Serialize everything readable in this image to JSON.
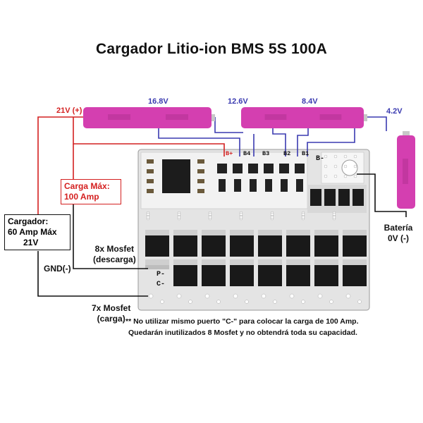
{
  "title": "Cargador Litio-ion BMS 5S 100A",
  "cells": [
    {
      "voltage": "16.8V"
    },
    {
      "voltage": "12.6V"
    },
    {
      "voltage": "8.4V"
    },
    {
      "voltage": "4.2V"
    }
  ],
  "positive_label": "21V (+)",
  "board_pins": {
    "b_plus": "B+",
    "b4": "B4",
    "b3": "B3",
    "b2": "B2",
    "b1": "B1",
    "b_minus": "B-",
    "p": "P-",
    "c": "C-"
  },
  "charger_box": {
    "line1": "Cargador:",
    "line2": "60 Amp Máx",
    "line3": "21V"
  },
  "load_box": {
    "line1": "Carga Máx:",
    "line2": "100 Amp"
  },
  "gnd_label": "GND(-)",
  "battery_label": {
    "line1": "Batería",
    "line2": "0V (-)"
  },
  "mosfet_discharge": {
    "line1": "8x Mosfet",
    "line2": "(descarga)"
  },
  "mosfet_charge": {
    "line1": "7x Mosfet",
    "line2": "(carga)"
  },
  "note": {
    "line1": "** No utilizar mismo puerto \"C-\" para colocar la carga de 100 Amp.",
    "line2": "Quedarán inutilizados 8 Mosfet y no obtendrá toda su capacidad."
  },
  "colors": {
    "red_wire": "#d42020",
    "blue_wire": "#3a3ab0",
    "black_wire": "#111111",
    "cell_pink": "#d43fb0",
    "pcb": "#e6e6e6"
  }
}
